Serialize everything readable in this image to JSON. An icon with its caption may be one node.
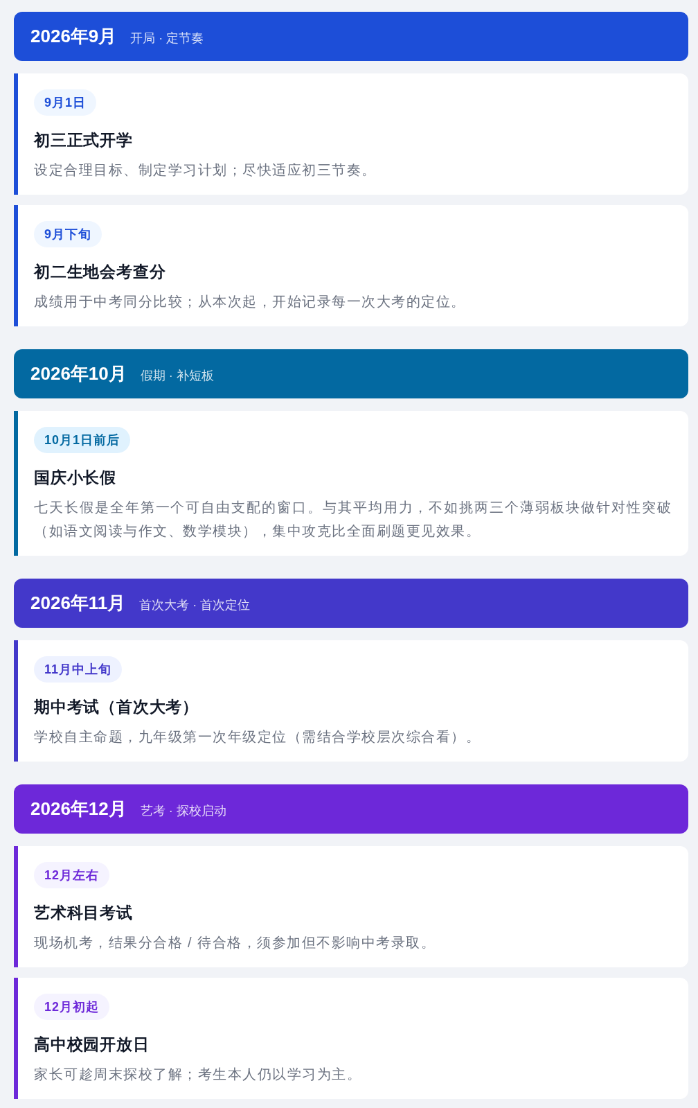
{
  "diagram": {
    "nodes": [
      {
        "text": [
          "2026年9月",
          "开局 · 定节奏"
        ]
      },
      {
        "text": [
          "初三正式开学",
          "设定合理目标、制定学习计划；尽快适应初三节奏。"
        ]
      },
      {
        "text": [
          "9月1日"
        ],
        "in": 1
      },
      {
        "text": [
          "初二生地会考查分",
          "成绩用于中考同分比较；从本次起，开始记录每一次大考的定位。"
        ]
      },
      {
        "text": [
          "9月下旬"
        ],
        "in": 3
      },
      {
        "text": [
          "2026年10月",
          "假期 · 补短板"
        ]
      },
      {
        "text": [
          "国庆小长假",
          "七天长假是全年第一个可自由支配的窗口。与其平均用力，不如挑两三个薄弱板块做针对性突破（如语文阅读与作文、数学模块），集中攻克比全面刷题更见效果。"
        ]
      },
      {
        "text": [
          "10月1日前后"
        ],
        "in": 6
      },
      {
        "text": [
          "2026年11月",
          "首次大考 · 首次定位"
        ]
      },
      {
        "text": [
          "期中考试（首次大考）",
          "学校自主命题，九年级第一次年级定位（需结合学校层次综合看）。"
        ]
      },
      {
        "text": [
          "11月中上旬"
        ],
        "in": 9
      },
      {
        "text": [
          "2026年12月",
          "艺考 · 探校启动"
        ]
      },
      {
        "text": [
          "艺术科目考试",
          "现场机考，结果分合格 / 待合格，须参加但不影响中考录取。"
        ]
      },
      {
        "text": [
          "12月左右"
        ],
        "in": 12
      },
      {
        "text": [
          "高中校园开放日",
          "家长可趁周末探校了解；考生本人仍以学习为主。"
        ]
      },
      {
        "text": [
          "12月初起"
        ],
        "in": 14
      }
    ]
  }
}
